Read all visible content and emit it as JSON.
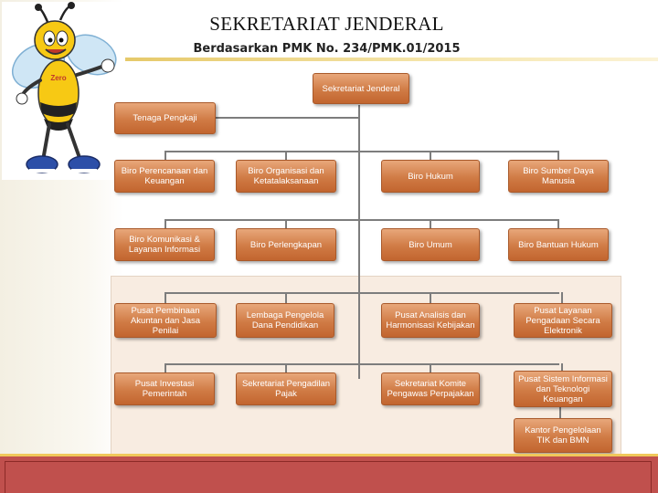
{
  "header": {
    "title": "SEKRETARIAT JENDERAL",
    "subtitle": "Berdasarkan PMK No. 234/PMK.01/2015"
  },
  "colors": {
    "node_fill": "#d07b45",
    "panel_fill": "#f8ece1",
    "footer": "#c0504d",
    "accent_rule": "#e6c96a"
  },
  "org": {
    "root": "Sekretariat Jenderal",
    "staff": "Tenaga Pengkaji",
    "row1": [
      "Biro Perencanaan dan Keuangan",
      "Biro Organisasi dan Ketatalaksanaan",
      "Biro Hukum",
      "Biro Sumber Daya Manusia"
    ],
    "row2": [
      "Biro Komunikasi & Layanan Informasi",
      "Biro Perlengkapan",
      "Biro Umum",
      "Biro Bantuan Hukum"
    ],
    "row3": [
      "Pusat Pembinaan Akuntan dan Jasa Penilai",
      "Lembaga Pengelola Dana Pendidikan",
      "Pusat Analisis dan Harmonisasi Kebijakan",
      "Pusat Layanan Pengadaan Secara Elektronik"
    ],
    "row4": [
      "Pusat Investasi Pemerintah",
      "Sekretariat Pengadilan Pajak",
      "Sekretariat Komite Pengawas Perpajakan",
      "Pusat Sistem Informasi dan Teknologi Keuangan"
    ],
    "extra": "Kantor Pengelolaan TIK dan BMN"
  },
  "mascot": {
    "icon": "bee-mascot-icon",
    "shirt_text": "Zero"
  }
}
